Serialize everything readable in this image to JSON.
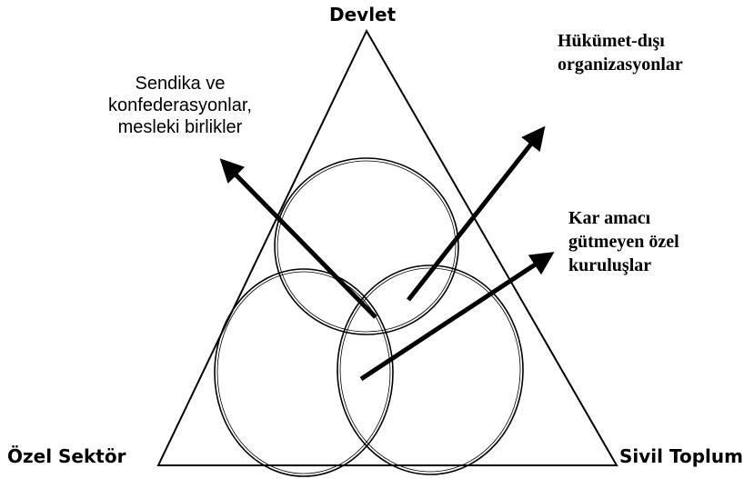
{
  "vertices": {
    "top": "Devlet",
    "bottom_left": "Özel Sektör",
    "bottom_right": "Sivil Toplum"
  },
  "labels": {
    "sendika": [
      "Sendika ve",
      "konfederasyonlar,",
      "mesleki birlikler"
    ],
    "hukumet_disi": [
      "Hükümet-dışı",
      "organizasyonlar"
    ],
    "kar_amaci": [
      "Kar amacı",
      "gütmeyen özel",
      "kuruluşlar"
    ]
  },
  "colors": {
    "stroke": "#000000",
    "background": "#ffffff"
  }
}
